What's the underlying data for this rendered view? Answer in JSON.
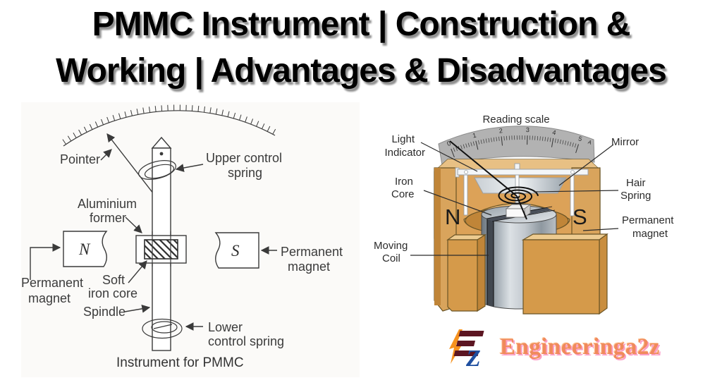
{
  "title": {
    "line1": "PMMC Instrument | Construction &",
    "line2": "Working | Advantages & Disadvantages"
  },
  "left_diagram": {
    "caption": "Instrument for PMMC",
    "labels": {
      "pointer": "Pointer",
      "upper_spring_line1": "Upper control",
      "upper_spring_line2": "spring",
      "former_line1": "Aluminium",
      "former_line2": "former",
      "n_pole": "N",
      "s_pole": "S",
      "right_magnet_line1": "Permanent",
      "right_magnet_line2": "magnet",
      "left_magnet_line1": "Permanent",
      "left_magnet_line2": "magnet",
      "soft_iron_line1": "Soft",
      "soft_iron_line2": "iron core",
      "spindle": "Spindle",
      "lower_spring_line1": "Lower",
      "lower_spring_line2": "control spring"
    }
  },
  "right_diagram": {
    "labels": {
      "reading_scale": "Reading scale",
      "light_indicator_line1": "Light",
      "light_indicator_line2": "Indicator",
      "mirror": "Mirror",
      "iron_core_line1": "Iron",
      "iron_core_line2": "Core",
      "hair_spring_line1": "Hair",
      "hair_spring_line2": "Spring",
      "permanent_magnet_line1": "Permanent",
      "permanent_magnet_line2": "magnet",
      "moving_coil_line1": "Moving",
      "moving_coil_line2": "Coil",
      "n_pole": "N",
      "s_pole": "S"
    },
    "scale": {
      "numbers": [
        "0",
        "1",
        "2",
        "3",
        "4",
        "5"
      ],
      "unit": "A"
    },
    "colors": {
      "magnet_face": "#DCA258",
      "magnet_dark": "#C08538",
      "magnet_light": "#EDCB90",
      "scale_gray": "#B2B2B2"
    }
  },
  "logo": {
    "brand": "Engineeringa2z",
    "icon_z": "Z",
    "colors": {
      "bolt": "#F6921E",
      "letter_e": "#5C1622",
      "letter_z": "#1F4FA0",
      "brand_text": "#F08A5C",
      "brand_shadow": "#FB9EC6"
    }
  }
}
